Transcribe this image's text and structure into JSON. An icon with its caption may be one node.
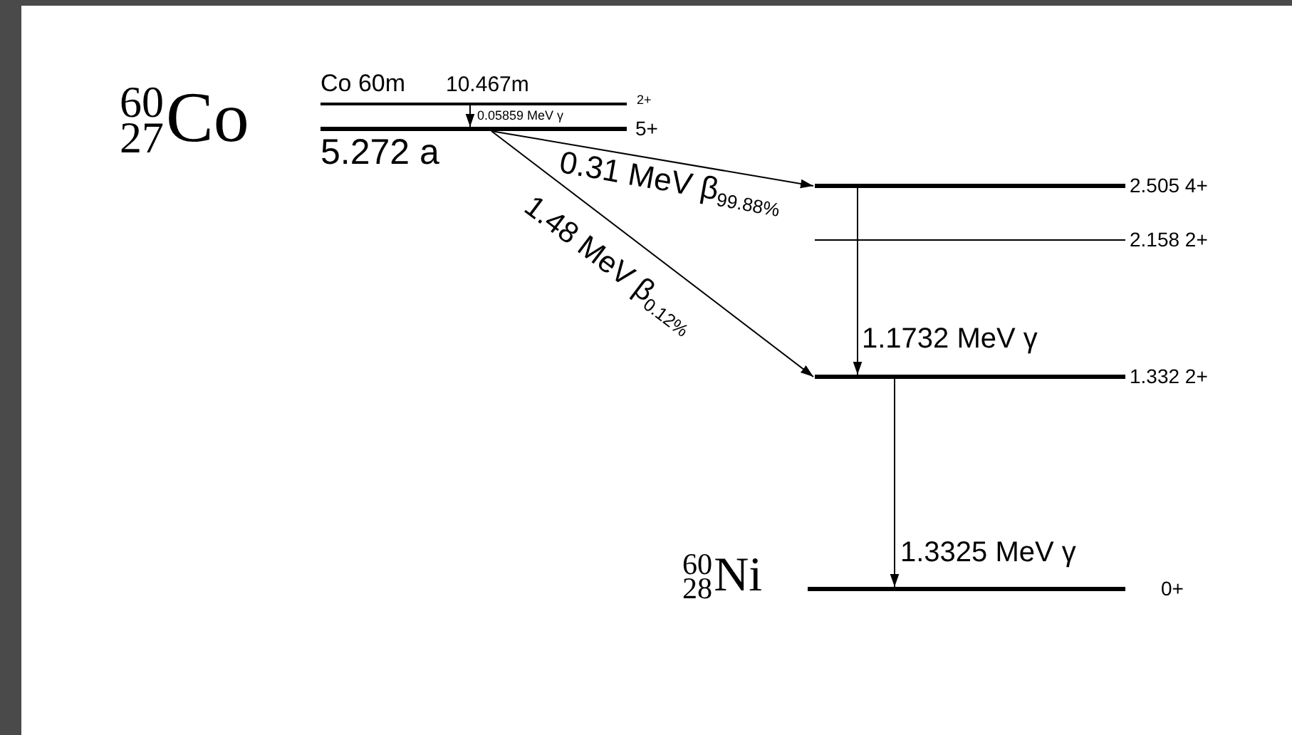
{
  "diagram": {
    "nodes": [
      {
        "text": [
          "Co 60m",
          "10.467m"
        ],
        "beside": [
          "2+"
        ]
      },
      {
        "text": [
          "5.272 a"
        ],
        "beside": [
          "5+"
        ]
      },
      {
        "text": [
          "2.505 4+"
        ]
      },
      {
        "text": [
          "2.158 2+"
        ]
      },
      {
        "text": [
          "1.332 2+"
        ]
      },
      {
        "text": [
          "0+"
        ]
      }
    ],
    "edges": [
      {
        "from": 0,
        "to": 1,
        "arrow": "to",
        "label": "0.05859 MeV γ"
      },
      {
        "from": 1,
        "to": 2,
        "arrow": "to",
        "label": "0.31 MeV β$_{99.88%}$"
      },
      {
        "from": 1,
        "to": 4,
        "arrow": "to",
        "label": "1.48 MeV β$_{0.12%}$"
      },
      {
        "from": 2,
        "to": 4,
        "arrow": "to",
        "label": "1.1732 MeV γ"
      },
      {
        "from": 4,
        "to": 5,
        "arrow": "to",
        "label": "1.3325 MeV γ"
      }
    ],
    "labels": [
      "$^{60}$$_{27}$Co",
      "$^{60}$$_{28}$Ni"
    ]
  }
}
